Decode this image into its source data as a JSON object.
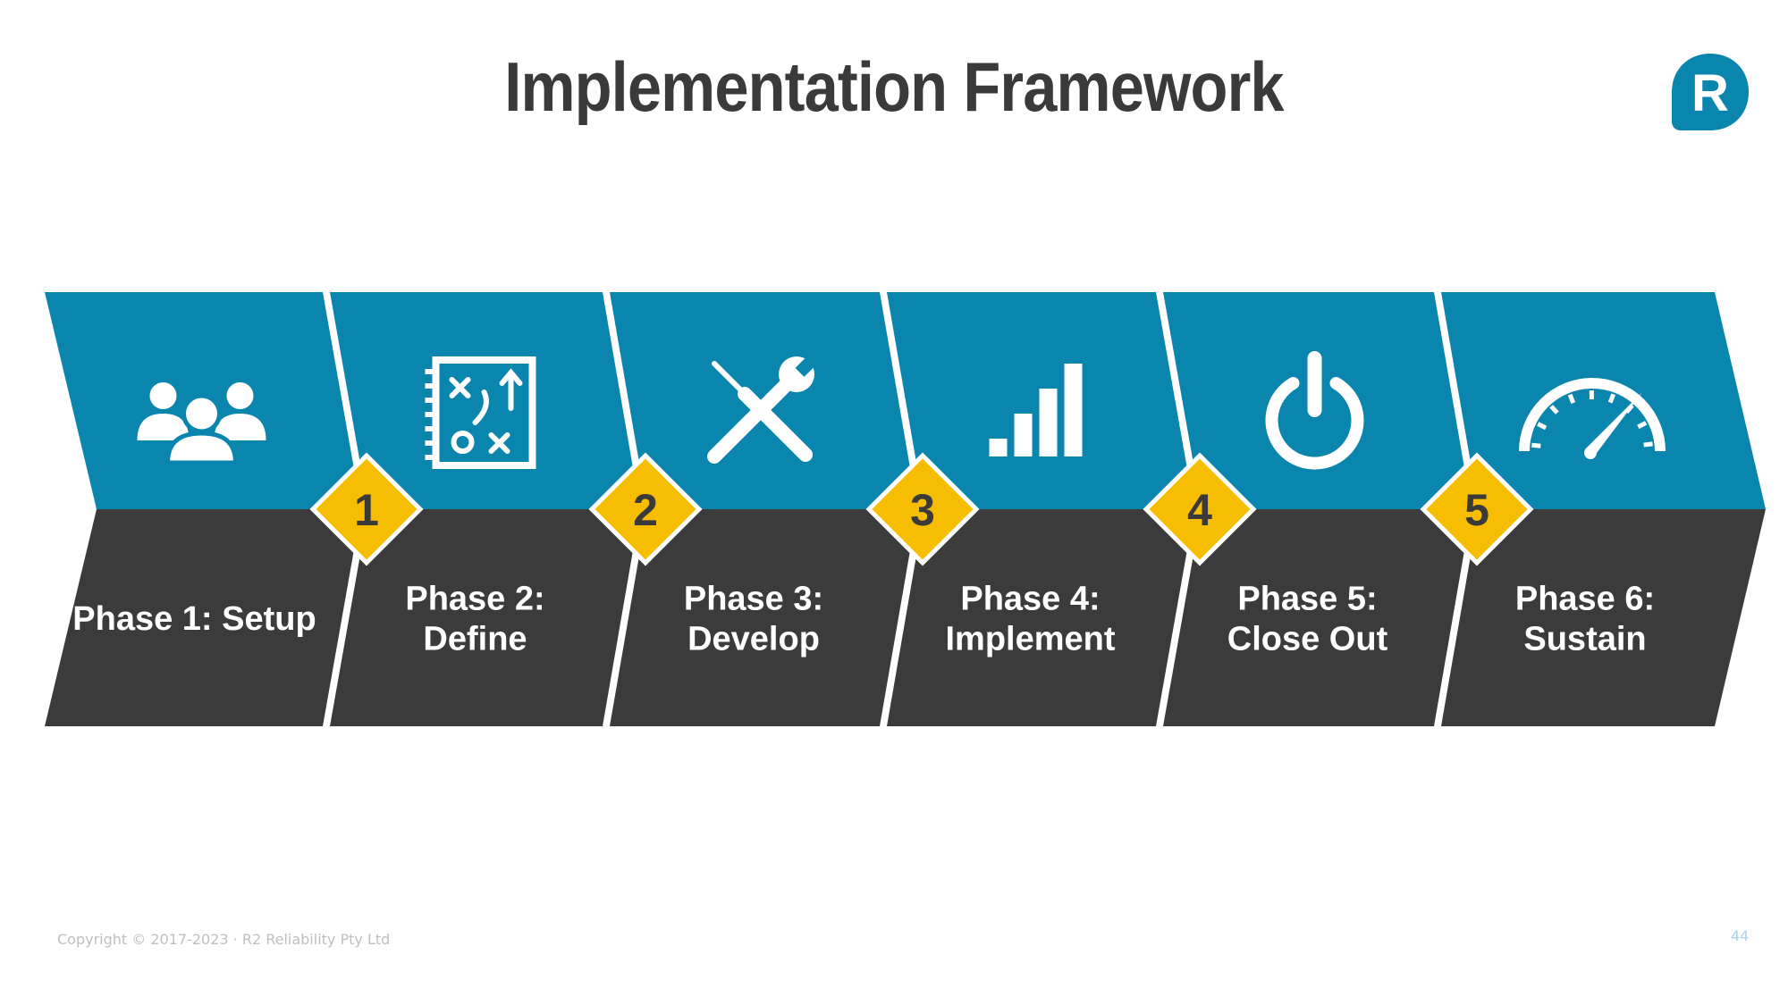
{
  "title": "Implementation Framework",
  "colors": {
    "top_band": "#0a86ae",
    "bottom_band": "#3b3b3b",
    "badge": "#f7bd00",
    "badge_border": "#ffffff",
    "title": "#3a3a3a"
  },
  "phases": [
    {
      "label_lines": [
        "Phase 1: Setup"
      ],
      "icon": "team-icon"
    },
    {
      "label_lines": [
        "Phase 2:",
        "Define"
      ],
      "icon": "strategy-board-icon"
    },
    {
      "label_lines": [
        "Phase 3:",
        "Develop"
      ],
      "icon": "tools-icon"
    },
    {
      "label_lines": [
        "Phase 4:",
        "Implement"
      ],
      "icon": "bar-chart-icon"
    },
    {
      "label_lines": [
        "Phase 5:",
        "Close Out"
      ],
      "icon": "power-icon"
    },
    {
      "label_lines": [
        "Phase 6:",
        "Sustain"
      ],
      "icon": "speedometer-icon"
    }
  ],
  "badges": [
    "1",
    "2",
    "3",
    "4",
    "5"
  ],
  "footer": {
    "copyright": "Copyright © 2017-2023 ·  R2 Reliability Pty Ltd",
    "page_number": "44"
  },
  "logo": {
    "letter": "R",
    "icon": "r2-logo-icon"
  }
}
